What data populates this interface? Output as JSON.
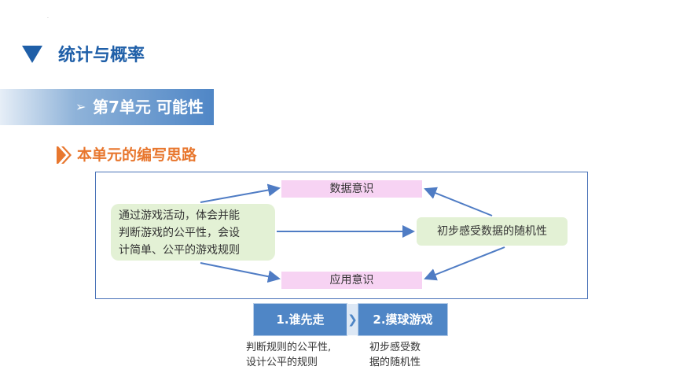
{
  "header": {
    "title": "统计与概率"
  },
  "unit": {
    "label": "第7单元 可能性",
    "arrow": "➢"
  },
  "section": {
    "title": "本单元的编写思路"
  },
  "diagram": {
    "top_box": "数据意识",
    "bottom_box": "应用意识",
    "left_box_lines": [
      "通过游戏活动，体会并能",
      "判断游戏的公平性，会设",
      "计简单、公平的游戏规则"
    ],
    "right_box": "初步感受数据的随机性"
  },
  "steps": [
    {
      "label": "1.谁先走",
      "caption_lines": [
        "判断规则的公平性,",
        "设计公平的规则"
      ]
    },
    {
      "label": "2.摸球游戏",
      "caption_lines": [
        "初步感受数",
        "据的随机性"
      ]
    }
  ],
  "step_separator": "❯",
  "colors": {
    "title_blue": "#1f5fa8",
    "section_orange": "#e8772e",
    "step_blue": "#4f86c6",
    "pink": "#f7d3f3",
    "green": "#e3f1d5"
  }
}
